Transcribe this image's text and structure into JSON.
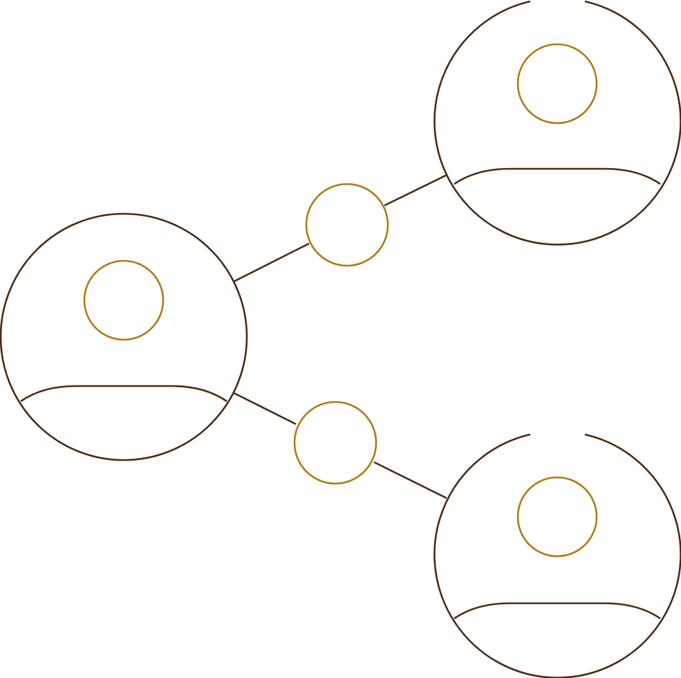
{
  "icon": {
    "name": "user-network-icon",
    "description_free": true,
    "colors": {
      "outline": "#4a2a12",
      "accent": "#b07a12",
      "background": "#ffffff"
    },
    "nodes": [
      {
        "id": "user-left",
        "kind": "user"
      },
      {
        "id": "user-top-right",
        "kind": "user"
      },
      {
        "id": "user-bottom-right",
        "kind": "user"
      }
    ],
    "connectors": [
      {
        "id": "connector-top",
        "from": "user-left",
        "to": "user-top-right"
      },
      {
        "id": "connector-bottom",
        "from": "user-left",
        "to": "user-bottom-right"
      }
    ]
  }
}
